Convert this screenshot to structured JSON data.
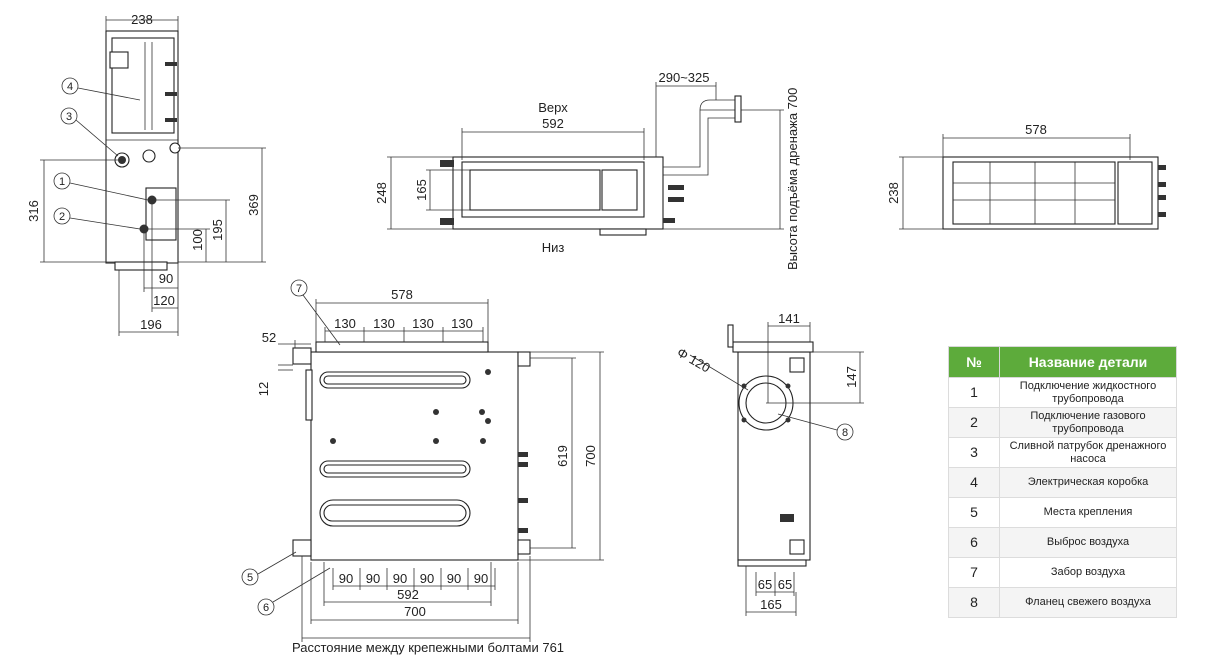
{
  "views": {
    "left_side": {
      "dims": [
        "238",
        "316",
        "369",
        "195",
        "100",
        "90",
        "120",
        "196"
      ]
    },
    "front": {
      "top_label": "Верх",
      "bottom_label": "Низ",
      "dims": [
        "592",
        "248",
        "165",
        "290~325"
      ],
      "drain_label": "Высота подъёма дренажа 700"
    },
    "rear": {
      "dims": [
        "578",
        "238"
      ]
    },
    "plan": {
      "dims": [
        "578",
        "130",
        "130",
        "130",
        "130",
        "52",
        "12",
        "619",
        "700",
        "90",
        "90",
        "90",
        "90",
        "90",
        "90",
        "592",
        "700"
      ],
      "bolt_note": "Расстояние между крепежными болтами 761"
    },
    "side_flange": {
      "dims": [
        "141",
        "147",
        "Φ 120",
        "65",
        "65",
        "165"
      ]
    }
  },
  "callouts": [
    "1",
    "2",
    "3",
    "4",
    "5",
    "6",
    "7",
    "8"
  ],
  "parts_table": {
    "headers": [
      "№",
      "Название детали"
    ],
    "rows": [
      {
        "num": "1",
        "name": "Подключение жидкостного трубопровода"
      },
      {
        "num": "2",
        "name": "Подключение газового трубопровода"
      },
      {
        "num": "3",
        "name": "Сливной патрубок дренажного насоса"
      },
      {
        "num": "4",
        "name": "Электрическая коробка"
      },
      {
        "num": "5",
        "name": "Места крепления"
      },
      {
        "num": "6",
        "name": "Выброс воздуха"
      },
      {
        "num": "7",
        "name": "Забор воздуха"
      },
      {
        "num": "8",
        "name": "Фланец свежего воздуха"
      }
    ]
  },
  "colors": {
    "table_header": "#5dab3b",
    "line": "#333333"
  }
}
